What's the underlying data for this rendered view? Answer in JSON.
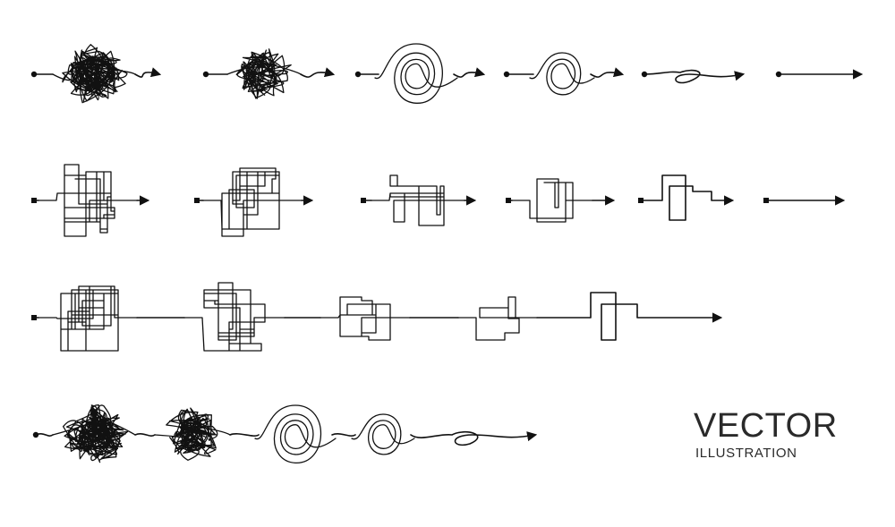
{
  "title": "VECTOR",
  "subtitle": "ILLUSTRATION",
  "side_id": "367653081",
  "colors": {
    "ink": "#111111",
    "background": "#ffffff"
  },
  "rows": [
    {
      "name": "curvy-tangle-sequence",
      "style": "curvy",
      "items": 6
    },
    {
      "name": "rectangular-tangle-sequence",
      "style": "rectangular",
      "items": 6
    },
    {
      "name": "rectangular-tangle-line",
      "style": "rectangular",
      "items": 5
    },
    {
      "name": "curvy-tangle-line",
      "style": "curvy",
      "items": 5
    }
  ]
}
